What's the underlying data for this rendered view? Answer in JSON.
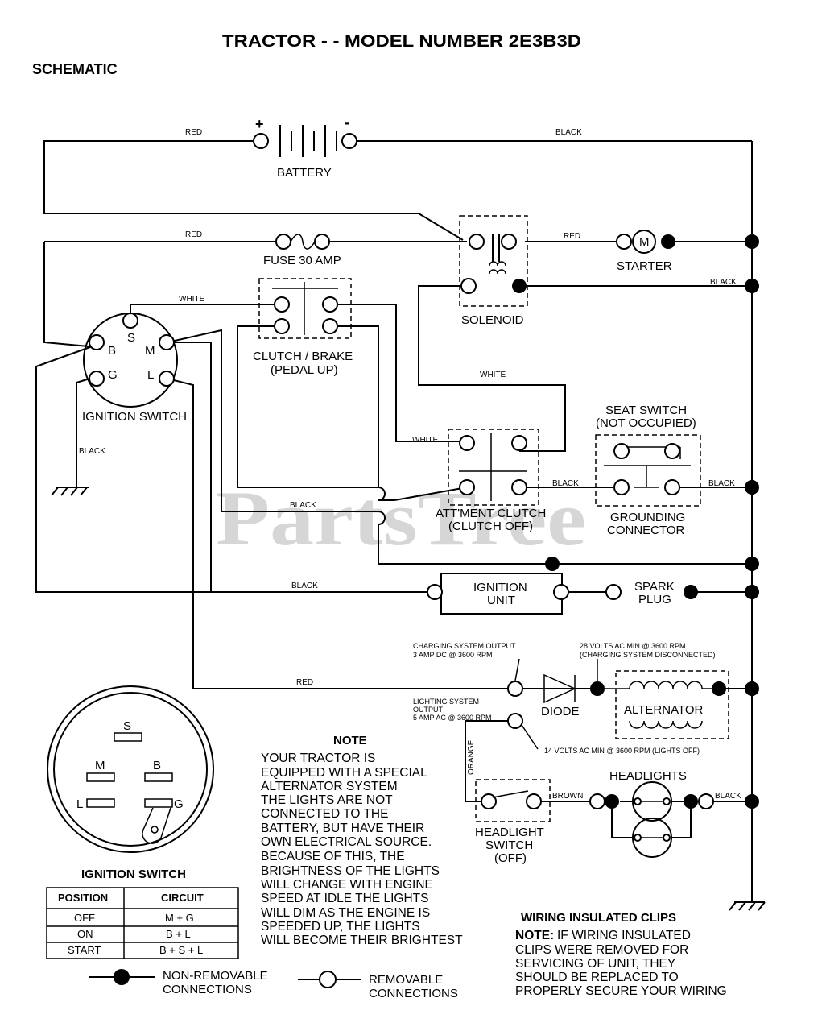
{
  "title": "TRACTOR - - MODEL NUMBER 2E3B3D",
  "subtitle": "SCHEMATIC",
  "watermark": "PartsTree",
  "battery": {
    "label": "BATTERY",
    "plus": "+",
    "minus": "-"
  },
  "wire_colors": {
    "red": "RED",
    "black": "BLACK",
    "white": "WHITE",
    "orange": "ORANGE",
    "brown": "BROWN"
  },
  "components": {
    "fuse": "FUSE 30 AMP",
    "starter": "STARTER",
    "starter_symbol": "M",
    "solenoid": "SOLENOID",
    "clutch_brake": [
      "CLUTCH / BRAKE",
      "(PEDAL UP)"
    ],
    "ignition_switch": "IGNITION SWITCH",
    "seat_switch": [
      "SEAT SWITCH",
      "(NOT OCCUPIED)"
    ],
    "grounding_connector": [
      "GROUNDING",
      "CONNECTOR"
    ],
    "attachment_clutch": [
      "ATT'MENT CLUTCH",
      "(CLUTCH OFF)"
    ],
    "ignition_unit": [
      "IGNITION",
      "UNIT"
    ],
    "spark_plug": [
      "SPARK",
      "PLUG"
    ],
    "diode": "DIODE",
    "alternator": "ALTERNATOR",
    "headlights": "HEADLIGHTS",
    "headlight_switch": [
      "HEADLIGHT",
      "SWITCH",
      "(OFF)"
    ]
  },
  "terminals": {
    "S": "S",
    "B": "B",
    "M": "M",
    "G": "G",
    "L": "L"
  },
  "specs": {
    "charging_output": [
      "CHARGING SYSTEM OUTPUT",
      "3 AMP DC @ 3600 RPM"
    ],
    "volts_28": [
      "28 VOLTS AC MIN  @ 3600 RPM",
      "(CHARGING SYSTEM DISCONNECTED)"
    ],
    "lighting_output": [
      "LIGHTING SYSTEM",
      "OUTPUT",
      "5 AMP AC @ 3600 RPM"
    ],
    "volts_14": "14 VOLTS AC MIN  @ 3600 RPM (LIGHTS OFF)"
  },
  "note": {
    "heading": "NOTE",
    "lines": [
      "YOUR TRACTOR IS",
      "EQUIPPED WITH A SPECIAL",
      "ALTERNATOR SYSTEM",
      "THE LIGHTS ARE NOT",
      "CONNECTED TO THE",
      "BATTERY, BUT HAVE THEIR",
      "OWN ELECTRICAL SOURCE.",
      "BECAUSE OF THIS, THE",
      "BRIGHTNESS OF THE LIGHTS",
      "WILL CHANGE WITH ENGINE",
      "SPEED   AT IDLE THE LIGHTS",
      "WILL DIM   AS THE ENGINE IS",
      "SPEEDED UP, THE LIGHTS",
      "WILL BECOME THEIR BRIGHTEST"
    ]
  },
  "switch_detail": {
    "label": "IGNITION SWITCH",
    "table": {
      "headers": [
        "POSITION",
        "CIRCUIT"
      ],
      "rows": [
        [
          "OFF",
          "M + G"
        ],
        [
          "ON",
          "B + L"
        ],
        [
          "START",
          "B + S + L"
        ]
      ]
    }
  },
  "wiring_clips": {
    "heading": "WIRING INSULATED CLIPS",
    "note_prefix": "NOTE:",
    "lines": [
      "IF WIRING INSULATED",
      "CLIPS WERE REMOVED FOR",
      "SERVICING OF UNIT, THEY",
      "SHOULD BE REPLACED TO",
      "PROPERLY SECURE YOUR WIRING"
    ]
  },
  "legend": {
    "non_removable": [
      "NON-REMOVABLE",
      "CONNECTIONS"
    ],
    "removable": [
      "REMOVABLE",
      "CONNECTIONS"
    ]
  }
}
